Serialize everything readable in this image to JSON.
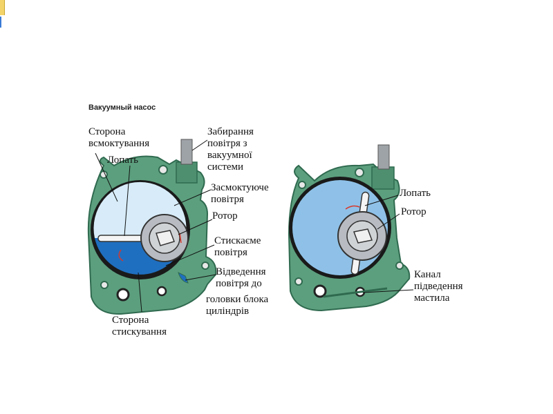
{
  "title": "Вакуумный насос",
  "left": {
    "suction_side": [
      "Сторона",
      "всмоктування"
    ],
    "vane": "Лопать",
    "compression_side": [
      "Сторона",
      "стискування"
    ]
  },
  "middle": {
    "intake": [
      "Забирання",
      "повітря з",
      "вакуумної",
      "системи"
    ],
    "sucked_air": [
      "Засмоктуюче",
      "повітря"
    ],
    "rotor": "Ротор",
    "compressed_air": [
      "Стискаєме",
      "повітря"
    ],
    "outlet": [
      "Відведення",
      "повітря до",
      "головки блока",
      "циліндрів"
    ]
  },
  "right": {
    "vane": "Лопать",
    "rotor": "Ротор",
    "oil_channel": [
      "Канал",
      "підведення",
      "мастила"
    ]
  },
  "colors": {
    "housing": "#5c9f7e",
    "housing_dark": "#2f6a4f",
    "suction": "#d7ecf8",
    "compression": "#1f6fc0",
    "right_fill": "#8fc1e8",
    "rotor": "#b8bcc2"
  }
}
